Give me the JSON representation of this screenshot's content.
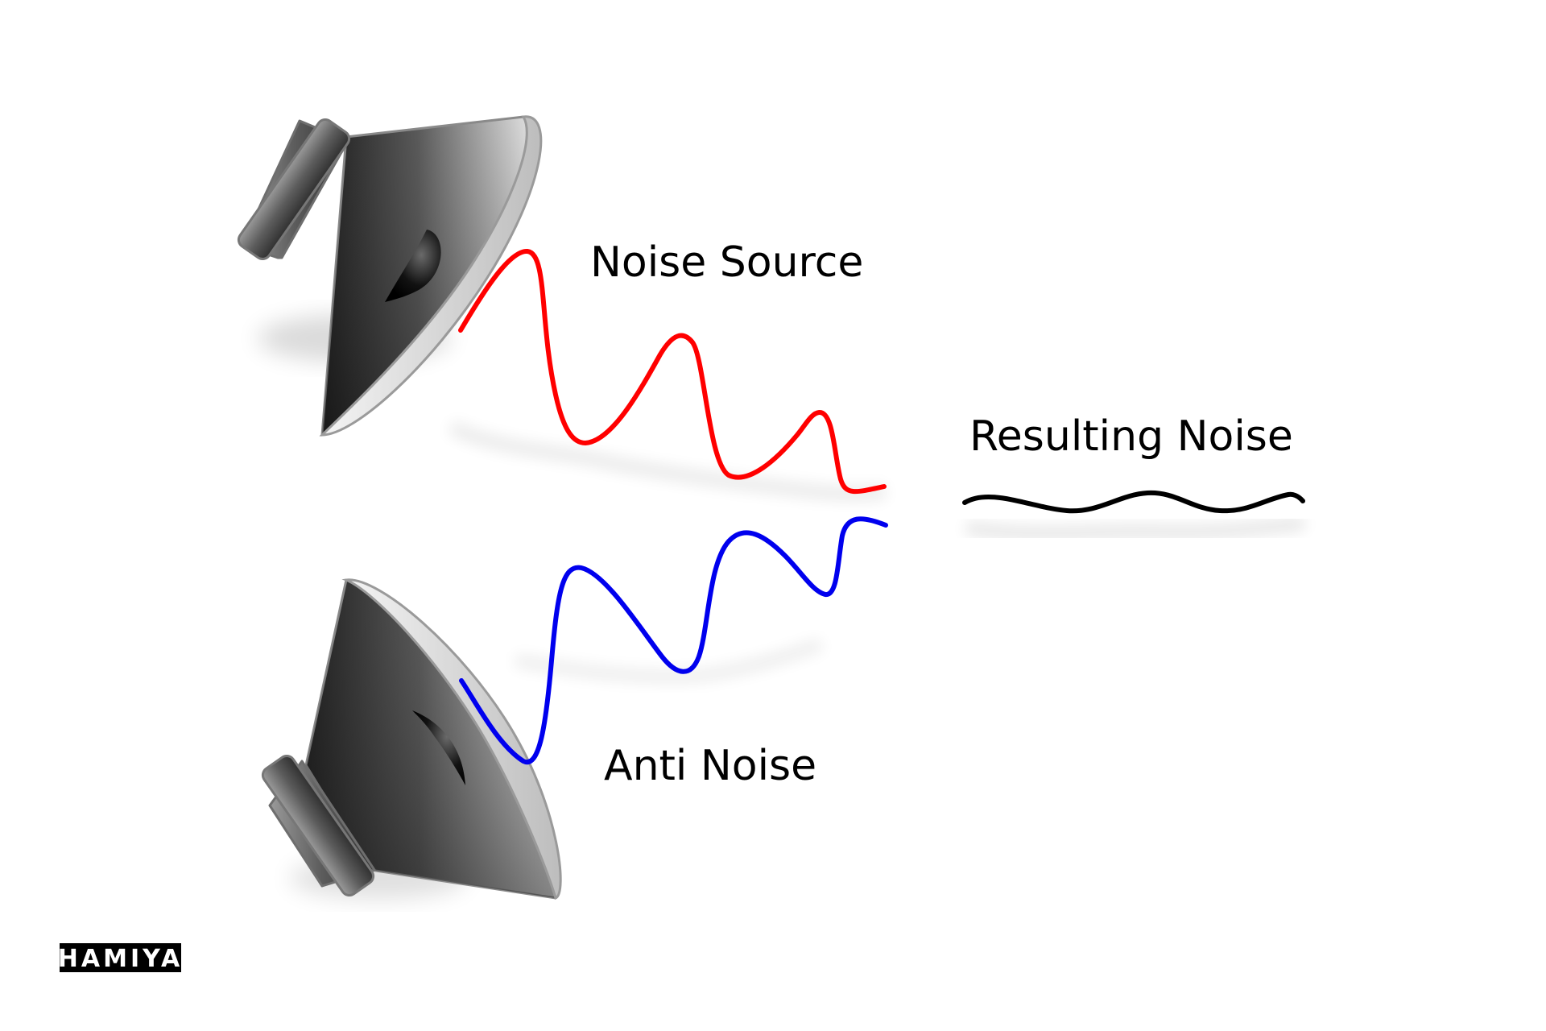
{
  "labels": {
    "noise_source": "Noise Source",
    "resulting_noise": "Resulting Noise",
    "anti_noise": "Anti Noise"
  },
  "logo": {
    "text": "HAMIYA"
  },
  "colors": {
    "noise_wave": "#ff0000",
    "anti_noise_wave": "#0000ee",
    "resulting_wave": "#000000",
    "speaker_dark": "#2a2a2a",
    "speaker_light": "#d8d8d8",
    "logo_background": "#000000"
  },
  "icons": {
    "top_speaker": "loudspeaker-icon",
    "bottom_speaker": "loudspeaker-icon"
  }
}
